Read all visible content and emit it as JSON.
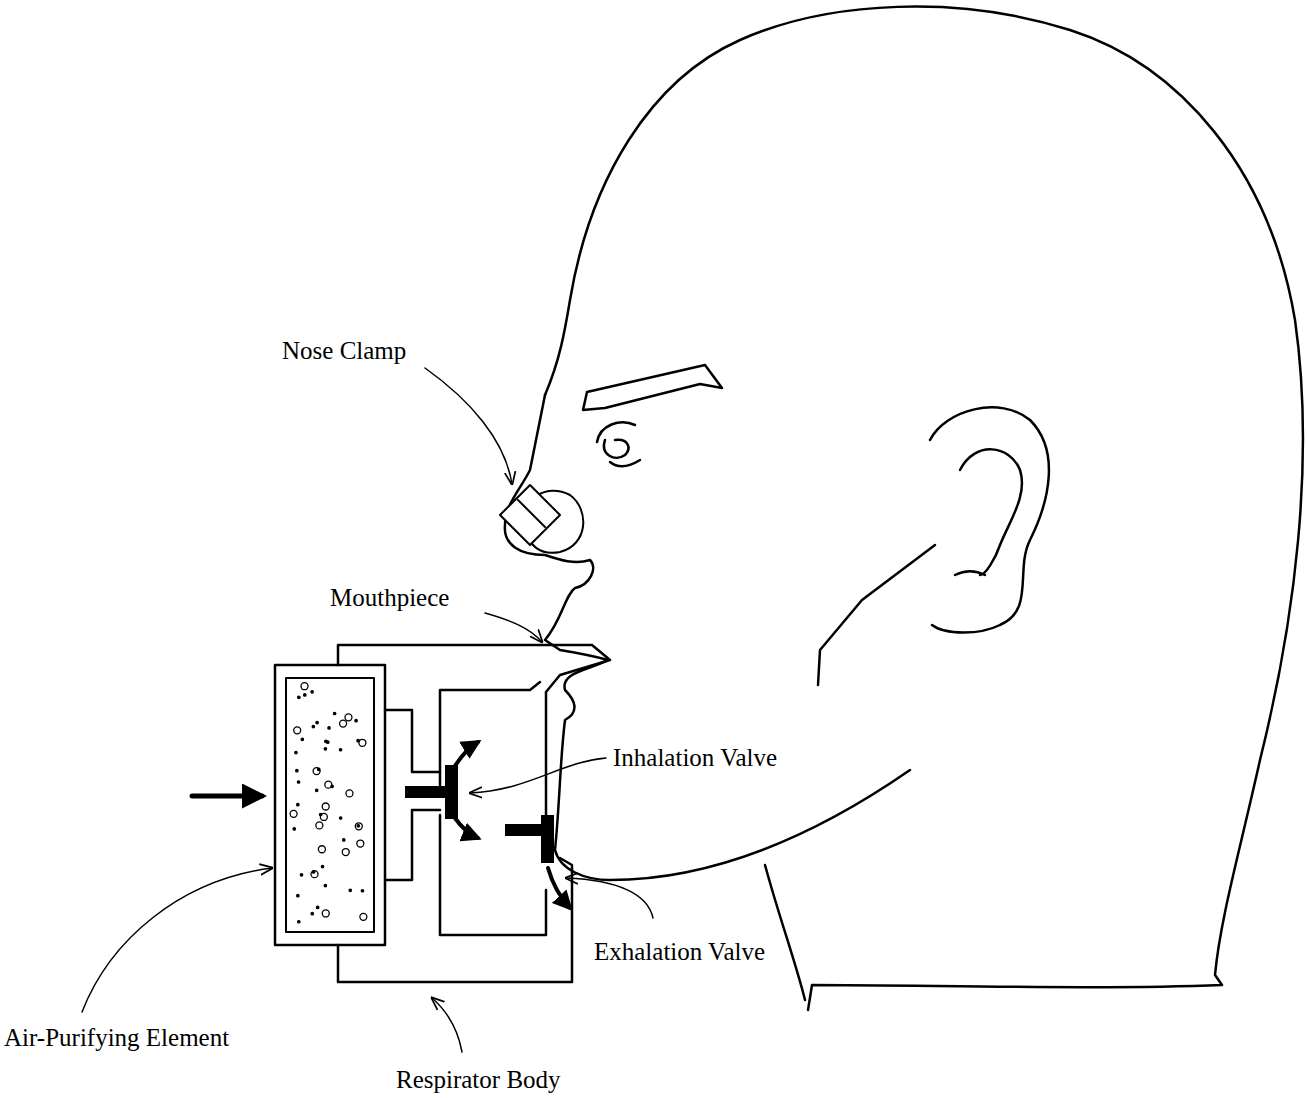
{
  "diagram": {
    "labels": [
      "Nose Clamp",
      "Mouthpiece",
      "Inhalation Valve",
      "Exhalation Valve",
      "Air-Purifying Element",
      "Respirator Body"
    ]
  }
}
